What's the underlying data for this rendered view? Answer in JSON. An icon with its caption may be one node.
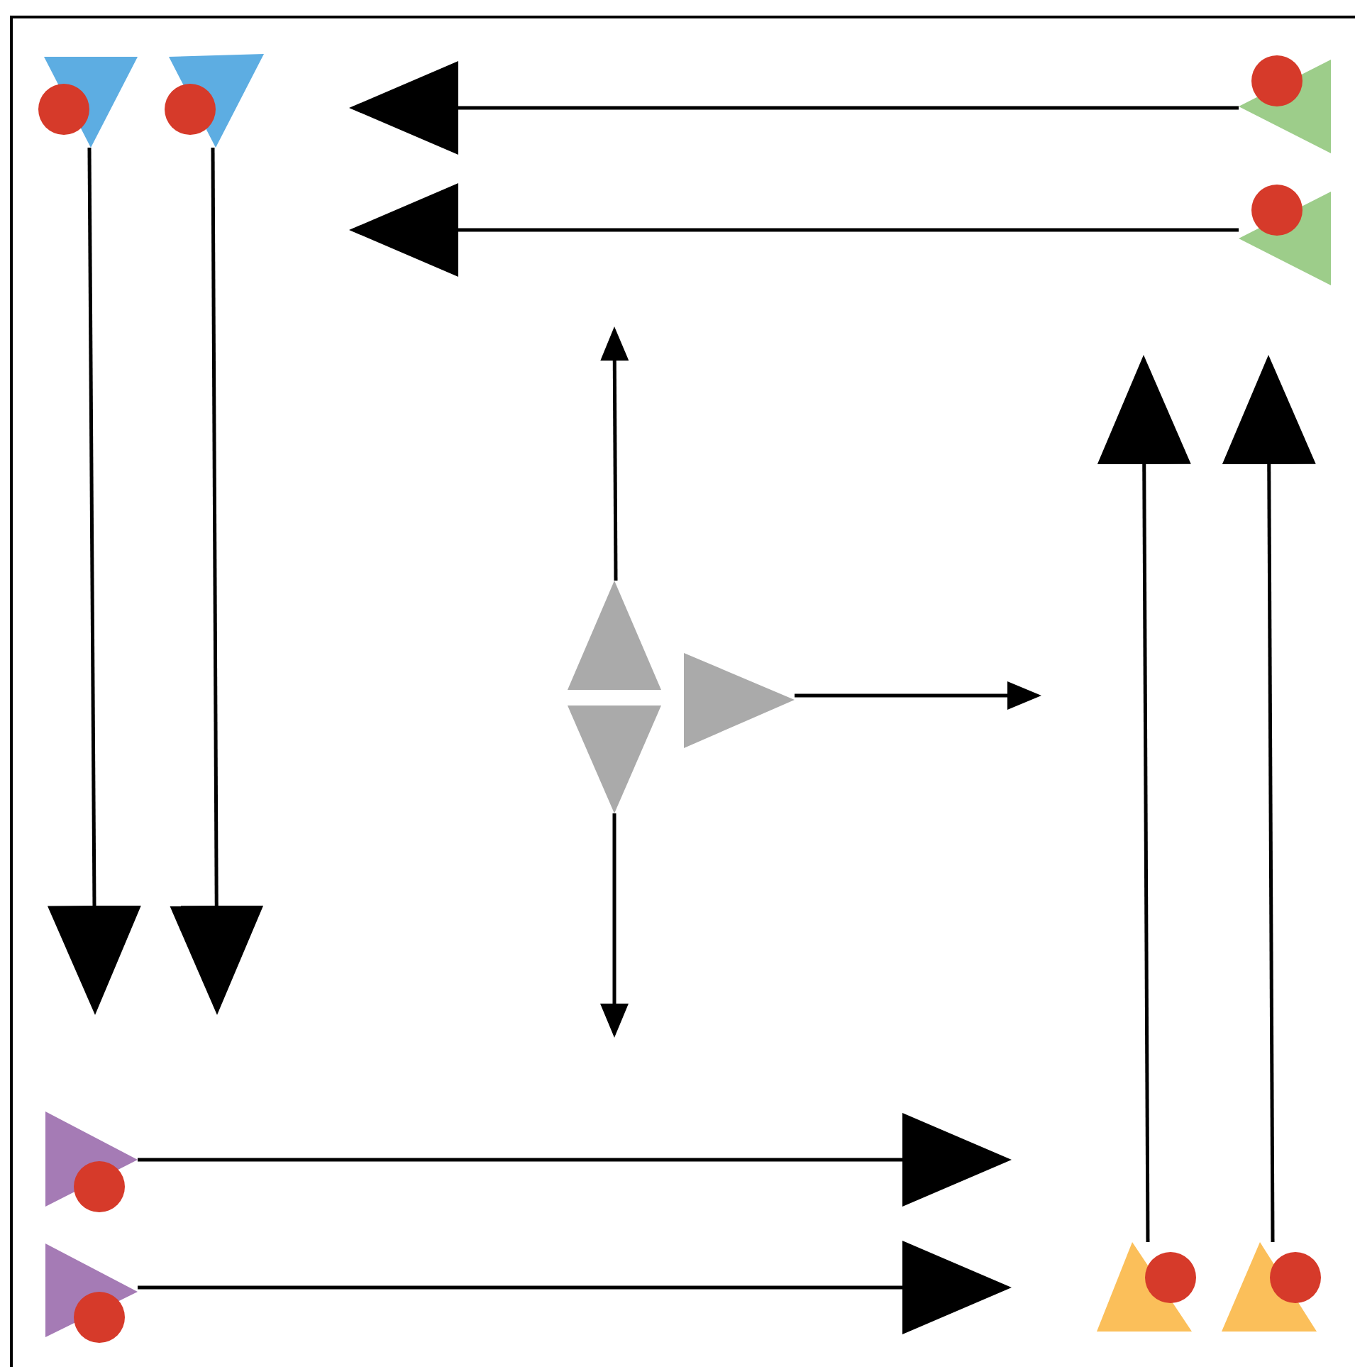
{
  "diagram": {
    "nodes": [
      {
        "text": [],
        "shape": "triangle"
      },
      {
        "text": [],
        "shape": "triangle"
      },
      {
        "text": [],
        "shape": "triangle"
      },
      {
        "text": [],
        "shape": "triangle"
      },
      {
        "text": [],
        "shape": "triangle"
      },
      {
        "text": [],
        "shape": "triangle"
      },
      {
        "text": [],
        "shape": "triangle"
      },
      {
        "text": [],
        "shape": "triangle"
      },
      {
        "text": [],
        "shape": "triangle"
      },
      {
        "text": [],
        "shape": "triangle"
      },
      {
        "text": [],
        "shape": "triangle"
      }
    ],
    "edges": [
      {
        "from": 0,
        "to": null,
        "arrow": "to"
      },
      {
        "from": 1,
        "to": null,
        "arrow": "to"
      },
      {
        "from": 2,
        "to": null,
        "arrow": "to"
      },
      {
        "from": 3,
        "to": null,
        "arrow": "to"
      },
      {
        "from": 4,
        "to": null,
        "arrow": "to"
      },
      {
        "from": 5,
        "to": null,
        "arrow": "to"
      },
      {
        "from": 6,
        "to": null,
        "arrow": "to"
      },
      {
        "from": 7,
        "to": null,
        "arrow": "to"
      },
      {
        "from": 8,
        "to": null,
        "arrow": "to"
      },
      {
        "from": 9,
        "to": null,
        "arrow": "to"
      },
      {
        "from": 10,
        "to": null,
        "arrow": "to"
      }
    ]
  }
}
